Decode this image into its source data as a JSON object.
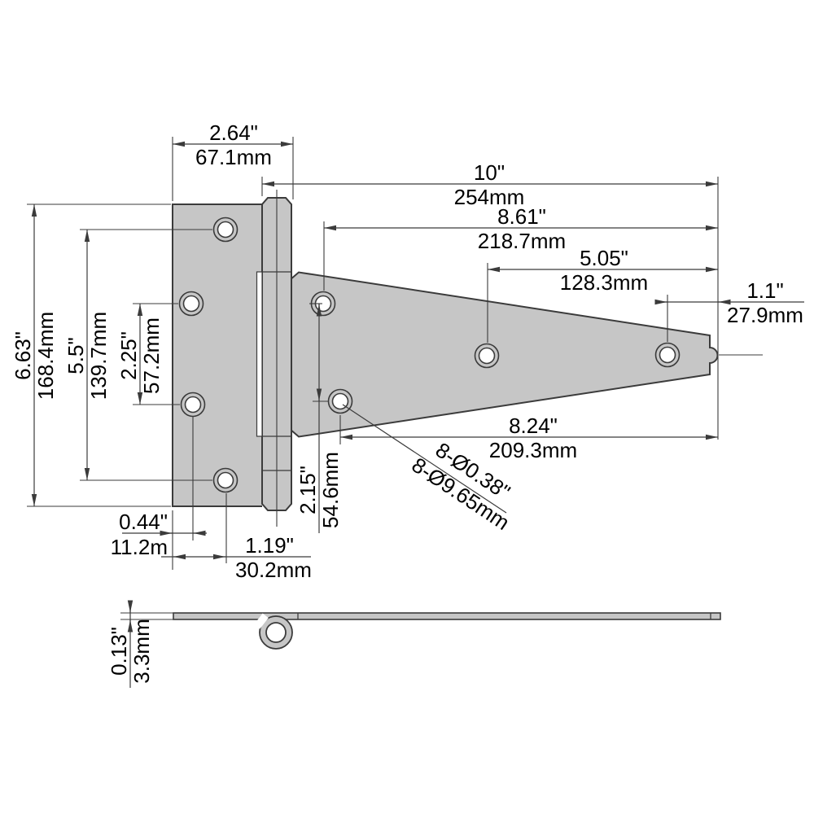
{
  "drawing": {
    "part": "T-hinge technical drawing, top view and edge view",
    "colors": {
      "metal_fill": "#c6c6c6",
      "outline": "#3b3b3b",
      "dimension_line": "#3b3b3b",
      "text": "#000000",
      "background": "#ffffff"
    }
  },
  "dims": {
    "plate_width": {
      "in": "2.64\"",
      "mm": "67.1mm"
    },
    "overall_length": {
      "in": "10\"",
      "mm": "254mm"
    },
    "tip_to_hole1": {
      "in": "8.61\"",
      "mm": "218.7mm"
    },
    "tip_to_hole3": {
      "in": "5.05\"",
      "mm": "128.3mm"
    },
    "tip_to_hole4": {
      "in": "1.1\"",
      "mm": "27.9mm"
    },
    "plate_height": {
      "in": "6.63\"",
      "mm": "168.4mm"
    },
    "plate_holes_outer_span": {
      "in": "5.5\"",
      "mm": "139.7mm"
    },
    "plate_holes_inner_span": {
      "in": "2.25\"",
      "mm": "57.2mm"
    },
    "strap_holes_vertical": {
      "in": "2.15\"",
      "mm": "54.6mm"
    },
    "tip_to_hole2": {
      "in": "8.24\"",
      "mm": "209.3mm"
    },
    "edge_to_holes": {
      "in": "0.44\"",
      "mm": "11.2m"
    },
    "edge_to_center_holes": {
      "in": "1.19\"",
      "mm": "30.2mm"
    },
    "thickness": {
      "in": "0.13\"",
      "mm": "3.3mm"
    },
    "hole_callout": {
      "in": "8-Ø0.38\"",
      "mm": "8-Ø9.65mm"
    }
  }
}
